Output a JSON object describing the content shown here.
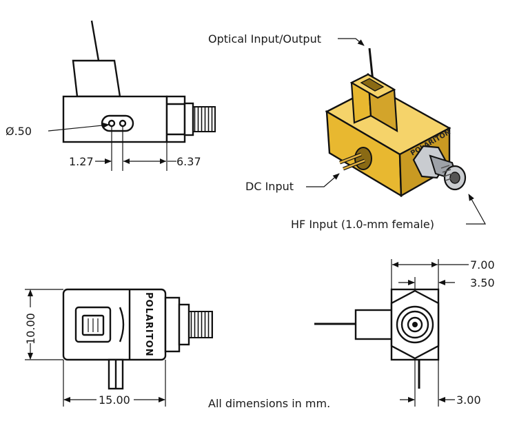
{
  "labels": {
    "optical_io": "Optical Input/Output",
    "dc_input": "DC Input",
    "hf_input": "HF Input (1.0-mm female)",
    "footnote": "All dimensions in mm.",
    "brand": "POLARITON"
  },
  "dimensions": {
    "diameter": "Ø.50",
    "pin_pitch": "1.27",
    "connector_offset": "6.37",
    "height": "10.00",
    "length": "15.00",
    "width": "7.00",
    "half_width": "3.50",
    "pin_offset": "3.00"
  },
  "colors": {
    "gold": "#e8b830",
    "gold_dark": "#b8861a",
    "gold_light": "#f5d36a",
    "metal": "#c9ccd0",
    "metal_dark": "#7d8187",
    "line": "#111111"
  }
}
